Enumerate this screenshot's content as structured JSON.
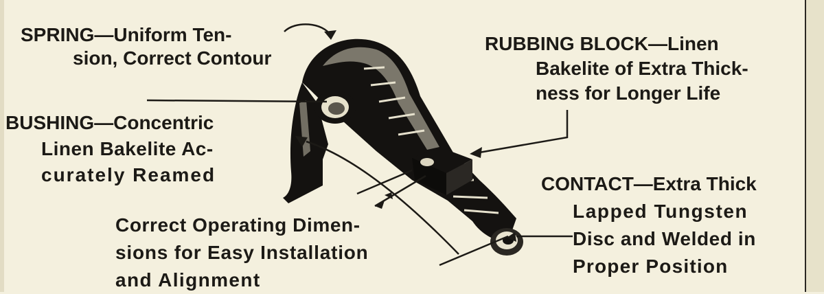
{
  "labels": {
    "spring": {
      "line1": "SPRING—Uniform Ten-",
      "line2": "sion, Correct Contour"
    },
    "rubbing_block": {
      "line1": "RUBBING BLOCK—Linen",
      "line2": "Bakelite of Extra Thick-",
      "line3": "ness for Longer Life"
    },
    "bushing": {
      "line1": "BUSHING—Concentric",
      "line2": "Linen Bakelite Ac-",
      "line3": "curately Reamed"
    },
    "contact": {
      "line1": "CONTACT—Extra Thick",
      "line2": "Lapped Tungsten",
      "line3": "Disc and Welded in",
      "line4": "Proper Position"
    },
    "dimensions": {
      "line1": "Correct Operating Dimen-",
      "line2": "sions for Easy Installation",
      "line3": "and Alignment"
    }
  },
  "colors": {
    "paper": "#f4f0de",
    "ink": "#1c1a16",
    "metal_dark": "#141210",
    "metal_light": "#cfcab6"
  },
  "illustration": "breaker-point-arm"
}
